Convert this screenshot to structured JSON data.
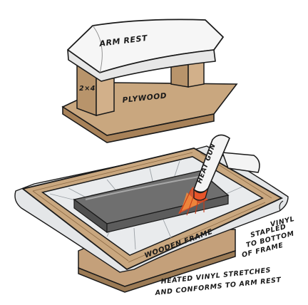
{
  "labels": {
    "arm_rest": "ARM REST",
    "two_by_four": "2×4",
    "plywood": "PLYWOOD",
    "heat_gun": "HEAT GUN",
    "vinyl_line1": "VINYL",
    "vinyl_line2": "STAPLED",
    "vinyl_line3": "TO BOTTOM",
    "vinyl_line4": "OF FRAME",
    "wooden_frame": "WOODEN FRAME",
    "caption_line1": "HEATED VINYL STRETCHES",
    "caption_line2": "AND CONFORMS TO ARM REST"
  },
  "colors": {
    "wood": "#c9a77f",
    "wood_dark": "#9c7b55",
    "vinyl": "#e4e6e8",
    "vinyl_shadow": "#b9bdc1",
    "arm_rest_core": "#7c7c7c",
    "heat_gun_body": "#f4f4f4",
    "heat_gun_tip": "#e8552a",
    "outline": "#1a1a1a"
  }
}
